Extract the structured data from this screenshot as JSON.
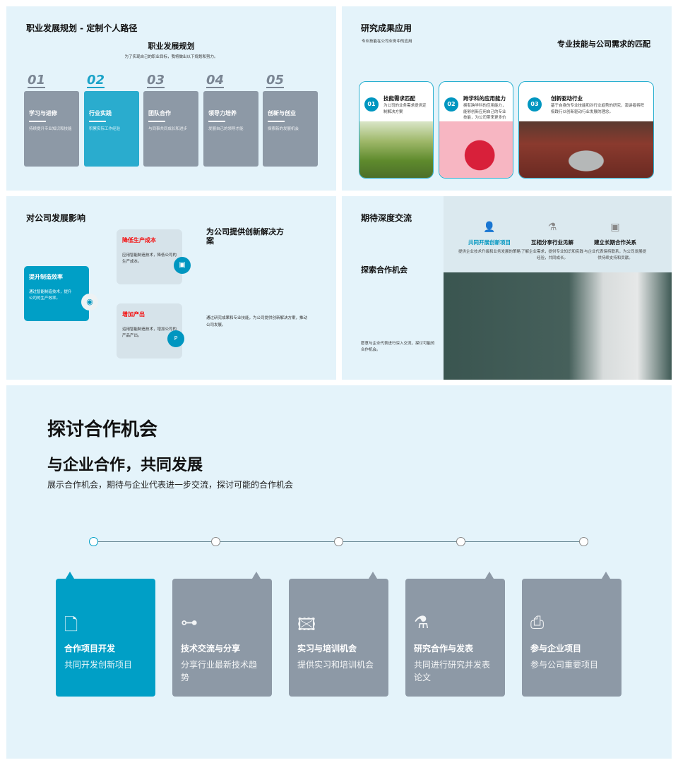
{
  "s1": {
    "title": "职业发展规划 - 定制个人路径",
    "heading": "职业发展规划",
    "sub": "为了实现自己的职业目标，我将做出以下规划和努力。",
    "steps": [
      {
        "n": "01",
        "t": "学习与进修",
        "d": "持续提升专业知识和技能"
      },
      {
        "n": "02",
        "t": "行业实践",
        "d": "积累实际工作经验"
      },
      {
        "n": "03",
        "t": "团队合作",
        "d": "与同事共同成长和进步"
      },
      {
        "n": "04",
        "t": "领导力培养",
        "d": "发展自己的领导才能"
      },
      {
        "n": "05",
        "t": "创新与创业",
        "d": "探索新的发展机会"
      }
    ]
  },
  "s2": {
    "title": "研究成果应用",
    "sub": "专业技能在公司业务中的应用",
    "heading": "专业技能与公司需求的匹配",
    "cards": [
      {
        "n": "01",
        "t": "技能需求匹配",
        "d": "为公司的业务需求提供定制解决方案"
      },
      {
        "n": "02",
        "t": "跨学科的应用能力",
        "d": "拥有跨学科的应用能力，能够创新应用自己的专业技能，为公司带来更多价值"
      },
      {
        "n": "03",
        "t": "创新驱动行业",
        "d": "基于自身的专业技能和对行业趋势的研究，演讲者将积极践行以创新驱动行业发展的理念。"
      }
    ]
  },
  "s3": {
    "title": "对公司发展影响",
    "main": {
      "t": "提升制造效率",
      "d": "通过智能制造技术，提升公司的生产效率。"
    },
    "c1": {
      "t": "降低生产成本",
      "d": "应用智能制造技术，降低公司的生产成本。"
    },
    "c2": {
      "t": "增加产出",
      "d": "运用智能制造技术，增加公司的产品产出。"
    },
    "heading": "为公司提供创新解决方案",
    "desc": "通过研究成果和专业技能，为公司提供创新解决方案，推动公司发展。"
  },
  "s4": {
    "title": "期待深度交流",
    "sub": "探索合作机会",
    "desc": "愿意与企业代表进行深入交流，探讨可能的合作机会。",
    "cols": [
      {
        "t": "共同开展创新项目",
        "d": "提供企业技术升级和业务发展的策略",
        "icon": "user"
      },
      {
        "t": "互相分享行业见解",
        "d": "了解企业需求，提供专业知识和实践经验，共同成长。",
        "icon": "flask"
      },
      {
        "t": "建立长期合作关系",
        "d": "与企业代表保持联系，为公司发展提供持续支持和贡献。",
        "icon": "printer"
      }
    ]
  },
  "s5": {
    "title": "探讨合作机会",
    "heading": "与企业合作，共同发展",
    "sub": "展示合作机会，期待与企业代表进一步交流，探讨可能的合作机会",
    "cards": [
      {
        "t": "合作项目开发",
        "d": "共同开发创新项目",
        "icon": "ppt-file"
      },
      {
        "t": "技术交流与分享",
        "d": "分享行业最新技术趋势",
        "icon": "hierarchy"
      },
      {
        "t": "实习与培训机会",
        "d": "提供实习和培训机会",
        "icon": "image"
      },
      {
        "t": "研究合作与发表",
        "d": "共同进行研究并发表论文",
        "icon": "flask"
      },
      {
        "t": "参与企业项目",
        "d": "参与公司重要项目",
        "icon": "printer"
      }
    ]
  },
  "colors": {
    "accent": "#009fc6",
    "gray": "#8d99a6",
    "bg": "#e4f3fa",
    "red": "#f41010"
  }
}
